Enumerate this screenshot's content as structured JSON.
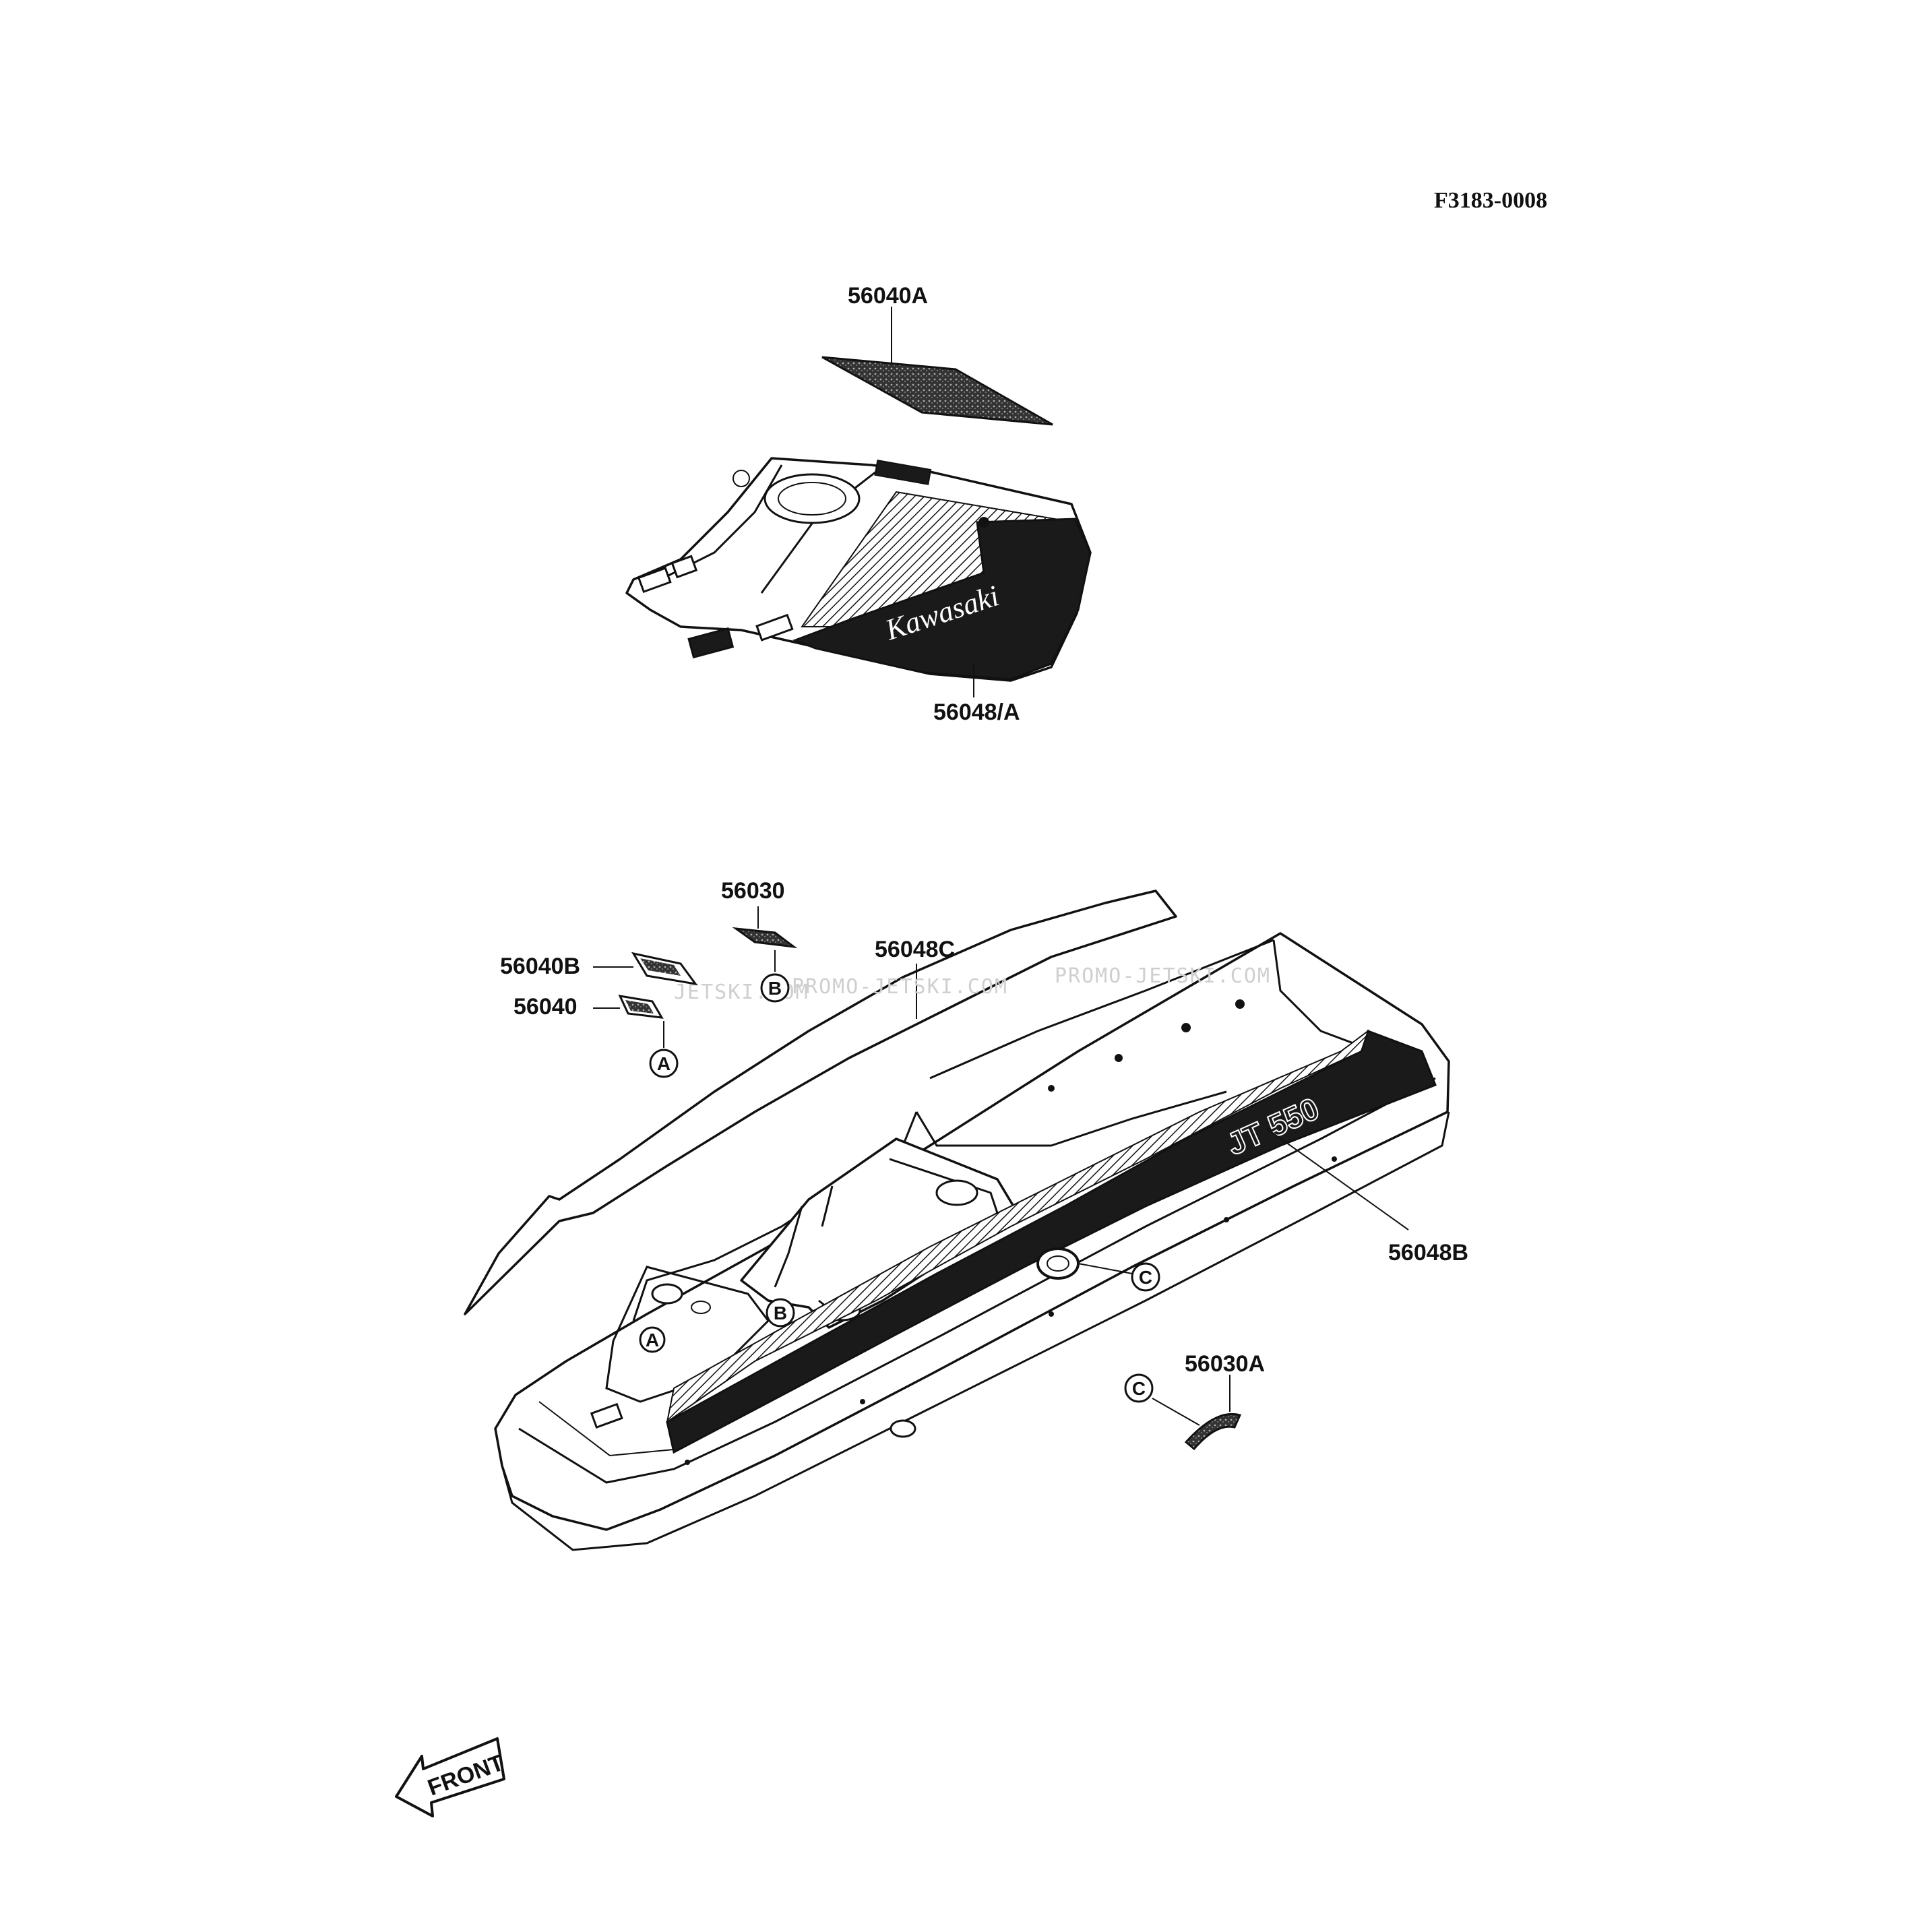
{
  "figure_code": "F3183-0008",
  "watermark": {
    "text_1": "JETSKI.COM",
    "text_2": "PROMO-JETSKI.COM",
    "text_3": "PROMO-JETSKI.COM"
  },
  "callouts": {
    "p56040A": "56040A",
    "p56048A": "56048/A",
    "p56030": "56030",
    "p56048C": "56048C",
    "p56040B": "56040B",
    "p56040": "56040",
    "p56048B": "56048B",
    "p56030A": "56030A"
  },
  "reference_markers": {
    "a": "A",
    "b": "B",
    "c": "C"
  },
  "decal_text": {
    "cover_brand": "Kawasaki",
    "hull_model": "JT 550"
  },
  "front_arrow": "FRONT",
  "colors": {
    "ink": "#111111",
    "paper": "#ffffff",
    "decal_fill": "#1a1a1a",
    "watermark": "#cfcfcf"
  }
}
